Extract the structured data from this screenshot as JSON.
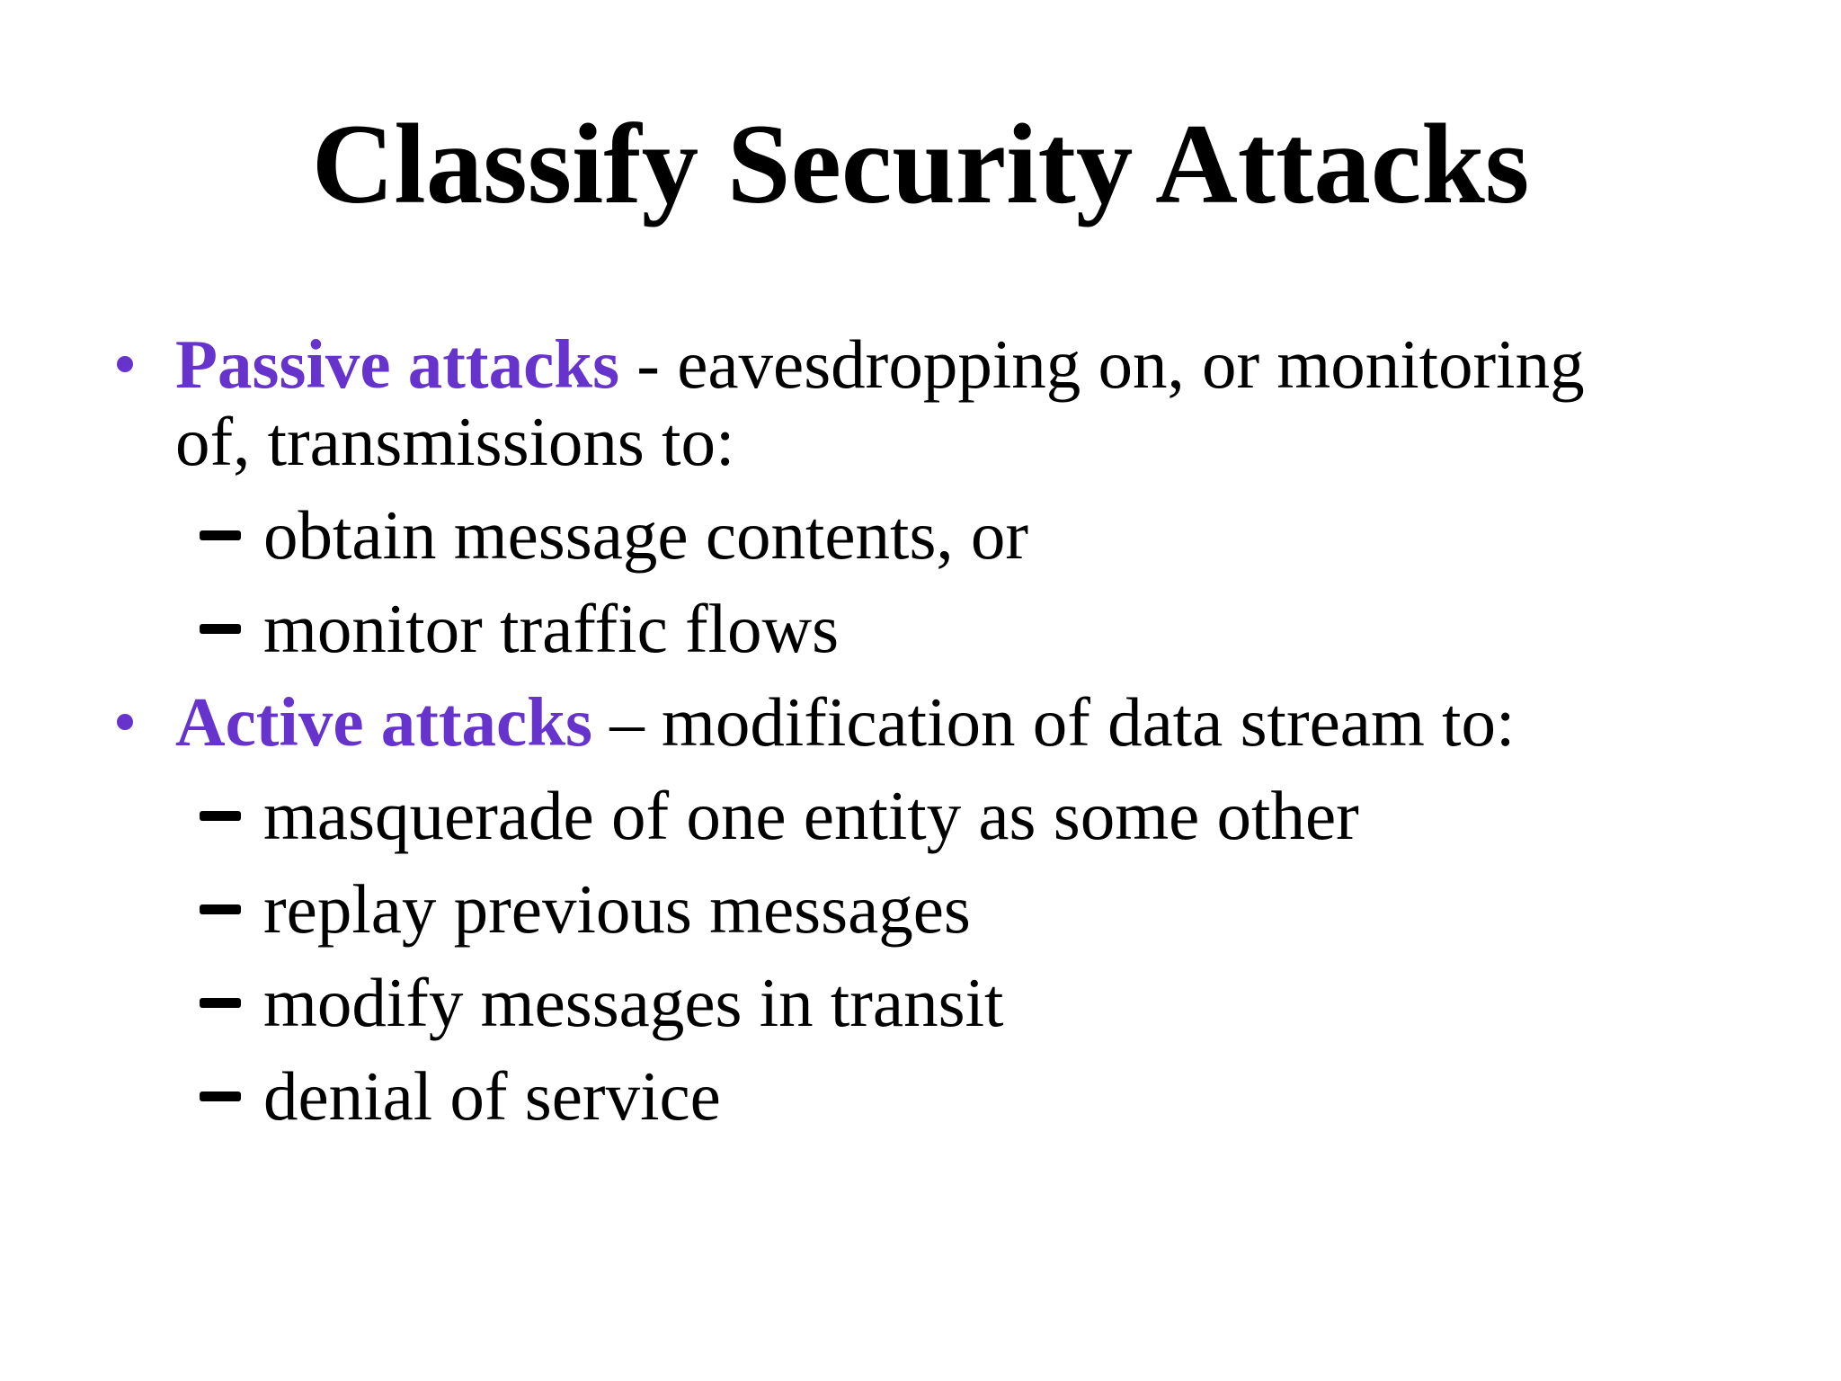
{
  "slide": {
    "title": "Classify Security Attacks",
    "background_color": "#ffffff",
    "text_color": "#000000",
    "accent_purple": "#6633cc",
    "bullets": {
      "passive": {
        "term": "Passive attacks",
        "description": " - eavesdropping on, or monitoring of, transmissions to:",
        "items": [
          "obtain message contents, or",
          "monitor traffic flows"
        ]
      },
      "active": {
        "term": "Active attacks",
        "description": " – modification of data stream to:",
        "items": [
          "masquerade of one entity as some other",
          "replay previous messages",
          "modify messages in transit",
          "denial of service"
        ]
      }
    }
  }
}
